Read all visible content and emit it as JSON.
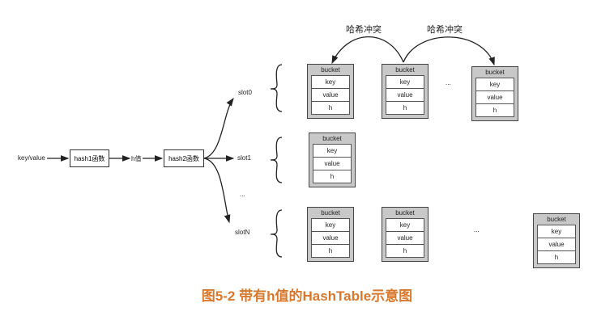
{
  "input_label": "key/value",
  "hash1": "hash1函数",
  "h_value": "h值",
  "hash2": "hash2函数",
  "slots": [
    "slot0",
    "slot1",
    "...",
    "slotN"
  ],
  "collision_label": "哈希冲突",
  "bucket": {
    "header": "bucket",
    "fields": [
      "key",
      "value",
      "h"
    ]
  },
  "ellipsis": "...",
  "caption": "图5-2 带有h值的HashTable示意图",
  "caption_color": "#d9782d"
}
